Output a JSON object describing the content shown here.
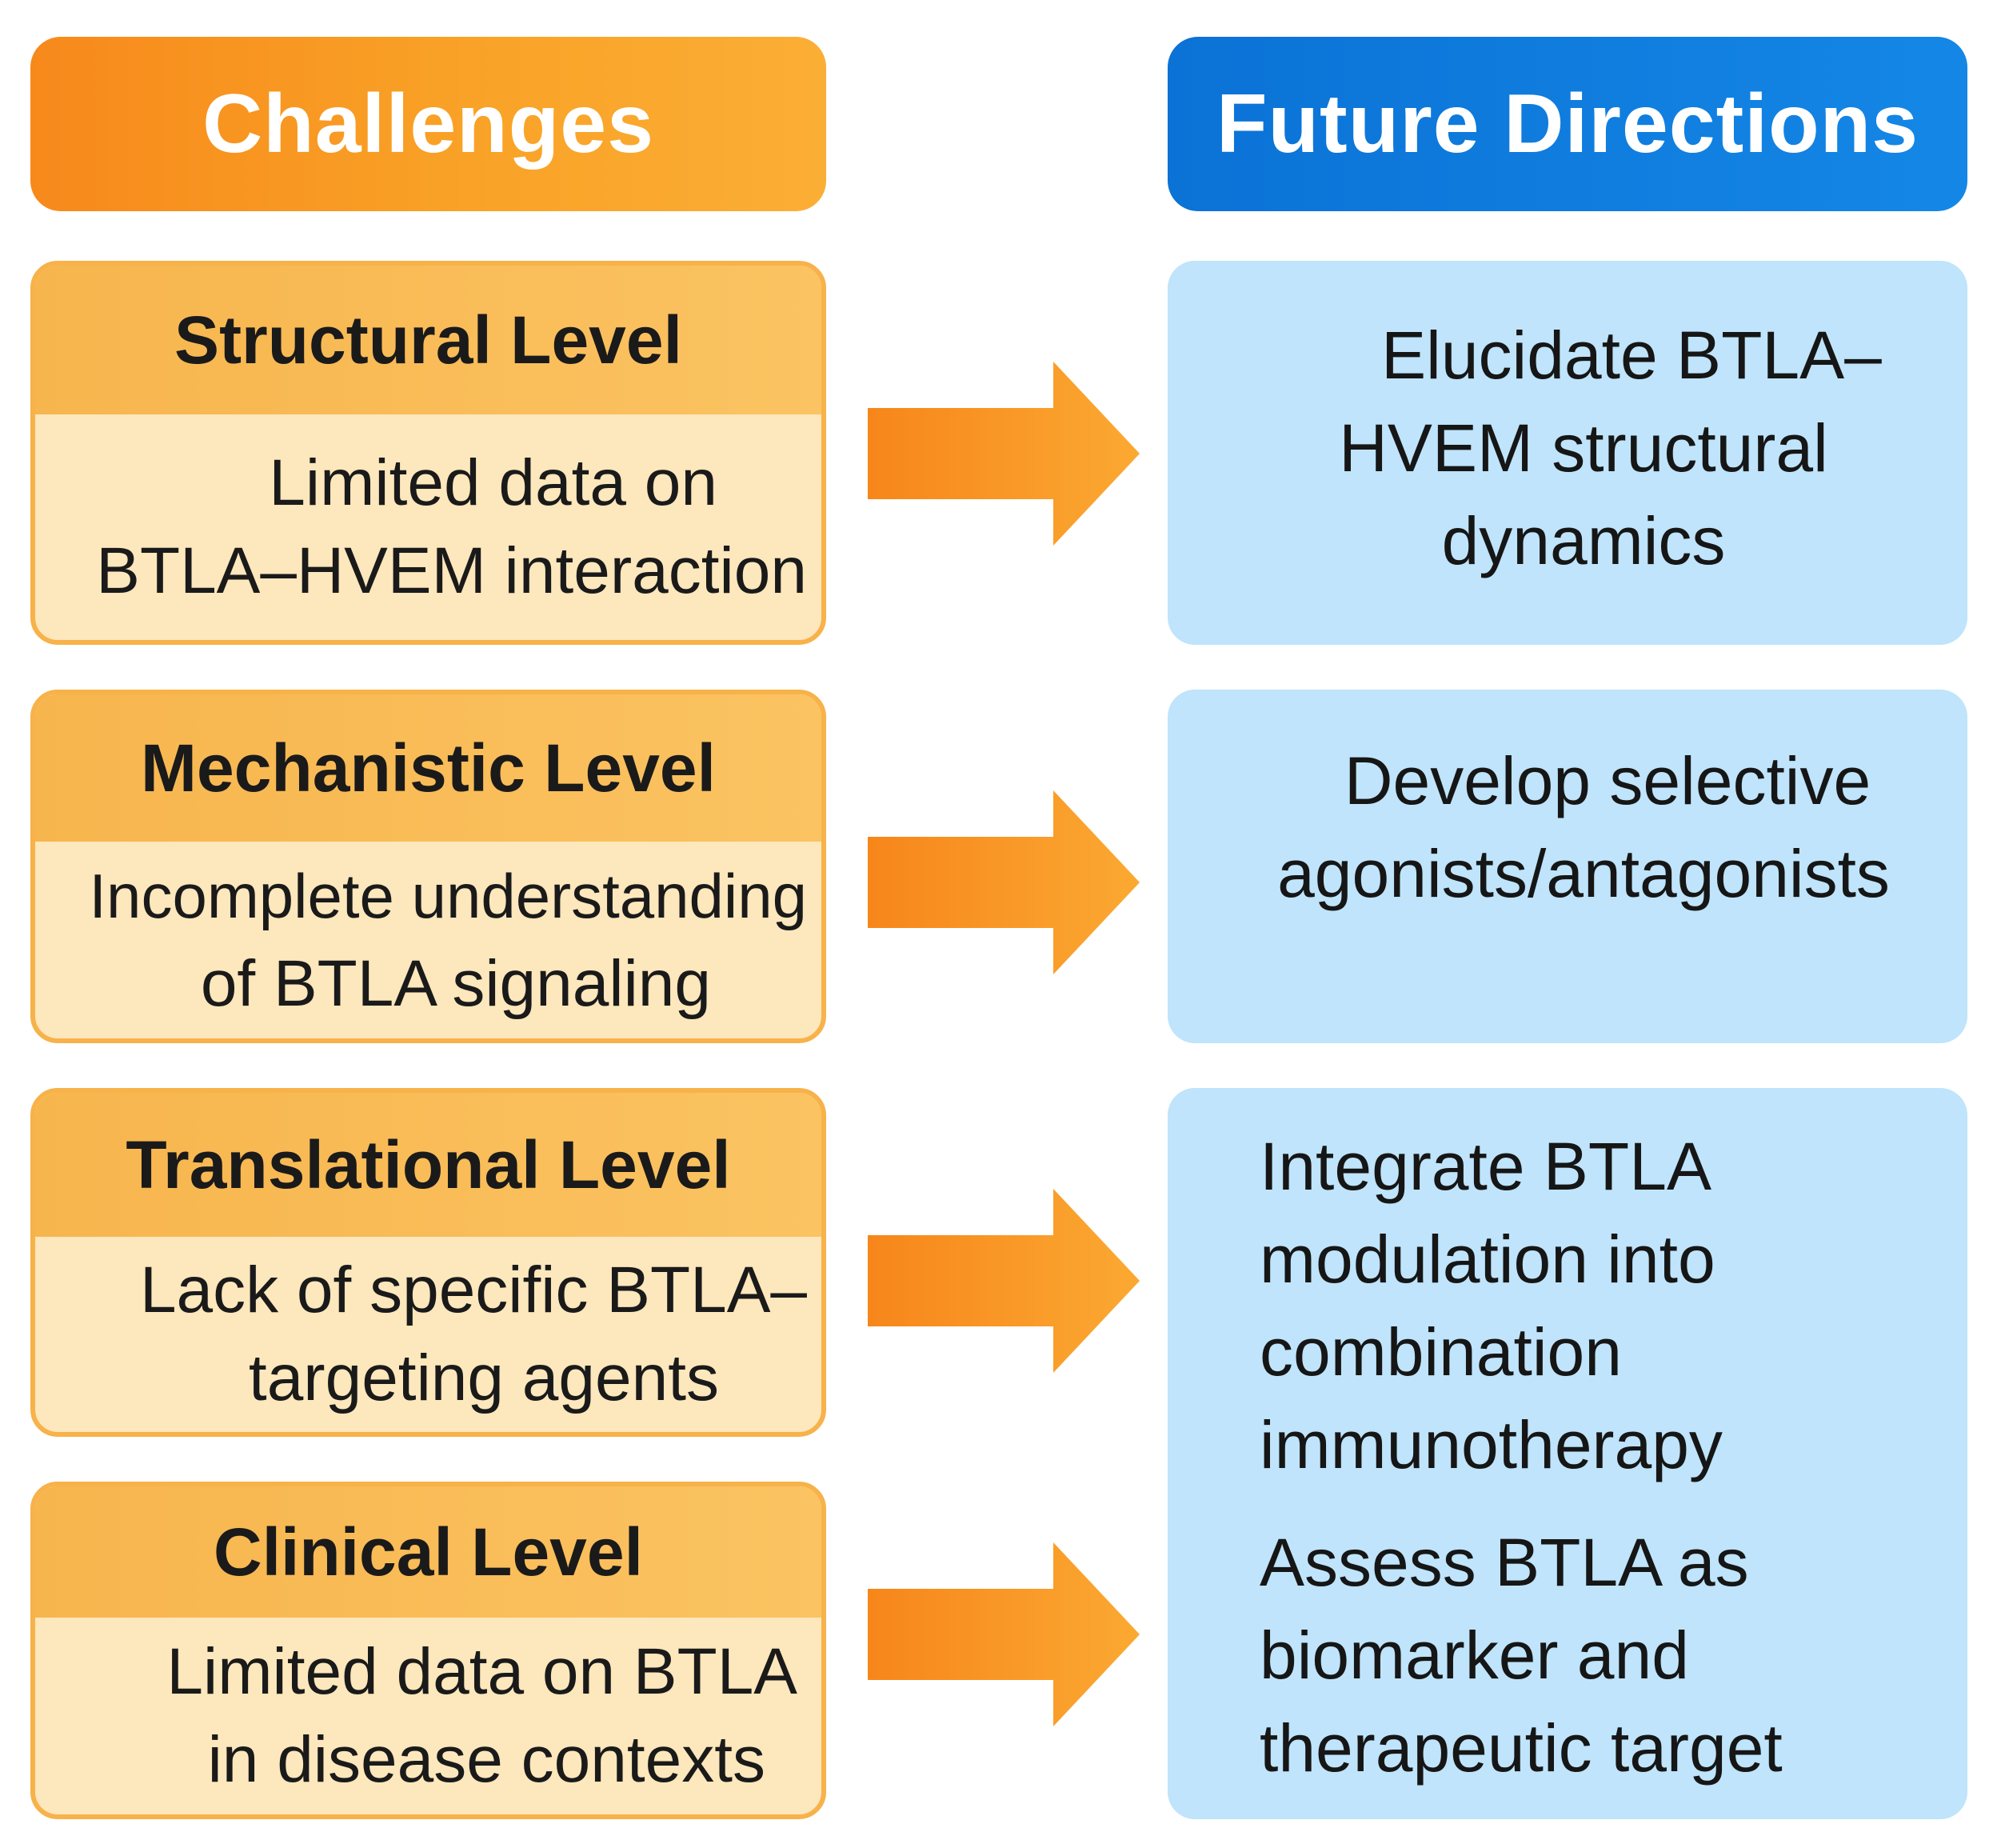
{
  "headers": {
    "challenges": "Challenges",
    "future": "Future Directions"
  },
  "challenges": [
    {
      "level": "Structural Level",
      "lines": [
        "Limited data on",
        "BTLA–HVEM interaction"
      ]
    },
    {
      "level": "Mechanistic Level",
      "lines": [
        "Incomplete understanding",
        "of BTLA signaling"
      ]
    },
    {
      "level": "Translational Level",
      "lines": [
        "Lack of specific BTLA–",
        "targeting agents"
      ]
    },
    {
      "level": "Clinical Level",
      "lines": [
        "Limited data on BTLA",
        "in disease contexts"
      ]
    }
  ],
  "future_directions": [
    {
      "lines": [
        "Elucidate BTLA–",
        "HVEM structural",
        "dynamics"
      ]
    },
    {
      "lines": [
        "Develop selective",
        "agonists/antagonists"
      ]
    },
    {
      "lines": [
        "Integrate BTLA",
        "modulation into",
        "combination",
        "immunotherapy"
      ]
    },
    {
      "lines": [
        "Assess BTLA as",
        "biomarker and",
        "therapeutic target"
      ]
    }
  ],
  "colors": {
    "challenge_header": "#f7891b",
    "challenge_band": "#f7b54d",
    "challenge_body": "#fde7bc",
    "future_header": "#0b72d6",
    "future_body": "#bfe4fb",
    "arrow": "#f78c1c"
  }
}
